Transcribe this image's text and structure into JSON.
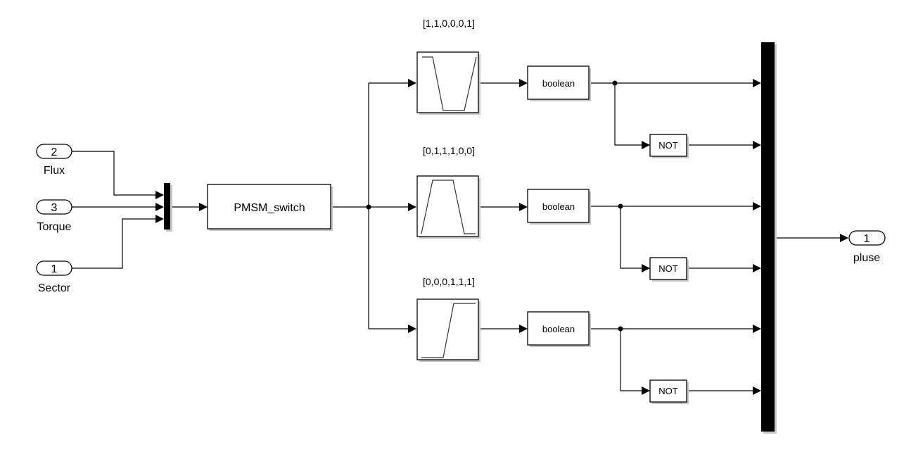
{
  "inports": [
    {
      "number": "2",
      "label": "Flux"
    },
    {
      "number": "3",
      "label": "Torque"
    },
    {
      "number": "1",
      "label": "Sector"
    }
  ],
  "mux": {
    "inputs": 3
  },
  "subsystem": {
    "label": "PMSM_switch"
  },
  "lookup_blocks": [
    {
      "param": "[1,1,0,0,0,1]",
      "pattern": [
        1,
        1,
        0,
        0,
        0,
        1
      ]
    },
    {
      "param": "[0,1,1,1,0,0]",
      "pattern": [
        0,
        1,
        1,
        1,
        0,
        0
      ]
    },
    {
      "param": "[0,0,0,1,1,1]",
      "pattern": [
        0,
        0,
        0,
        1,
        1,
        1
      ]
    }
  ],
  "convert_blocks": [
    {
      "label": "boolean"
    },
    {
      "label": "boolean"
    },
    {
      "label": "boolean"
    }
  ],
  "not_blocks": [
    {
      "label": "NOT"
    },
    {
      "label": "NOT"
    },
    {
      "label": "NOT"
    }
  ],
  "output_mux": {
    "inputs": 6
  },
  "outport": {
    "number": "1",
    "label": "pluse"
  }
}
